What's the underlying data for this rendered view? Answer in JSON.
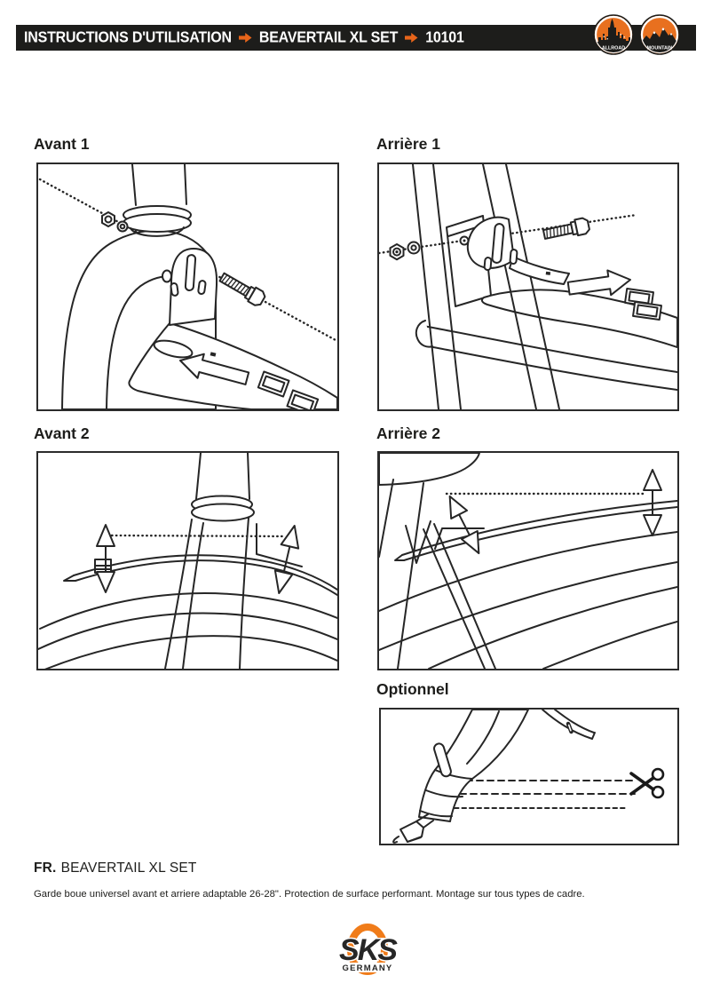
{
  "header": {
    "title_part_1": "INSTRUCTIONS D'UTILISATION",
    "title_part_2": "BEAVERTAIL XL SET",
    "title_part_3": "10101",
    "separator_icon": "orange-right-arrow",
    "badges": [
      {
        "label": "ALLROAD",
        "icon": "city-skyline"
      },
      {
        "label": "MOUNTAIN",
        "icon": "mountain-peaks"
      }
    ],
    "colors": {
      "bar_background": "#1d1d1b",
      "bar_text": "#ffffff",
      "accent_orange": "#e8651a",
      "badge_orange": "#e8701f"
    }
  },
  "panels": [
    {
      "title": "Avant 1",
      "illustration": "front-fork-bracket-bolt-assembly"
    },
    {
      "title": "Arrière 1",
      "illustration": "rear-stay-bracket-bolt-assembly"
    },
    {
      "title": "Avant 2",
      "illustration": "front-fender-height-adjustment"
    },
    {
      "title": "Arrière 2",
      "illustration": "rear-fender-height-adjustment"
    },
    {
      "title": "Optionnel",
      "illustration": "fender-cut-lines-with-scissors"
    }
  ],
  "footer": {
    "language_label": "FR.",
    "product_title": "BEAVERTAIL XL SET",
    "description": "Garde boue universel avant et arriere adaptable 26-28\". Protection de surface performant. Montage sur tous types de cadre.",
    "logo": {
      "brand": "SKS",
      "country": "GERMANY",
      "orange": "#f07c1a"
    }
  }
}
